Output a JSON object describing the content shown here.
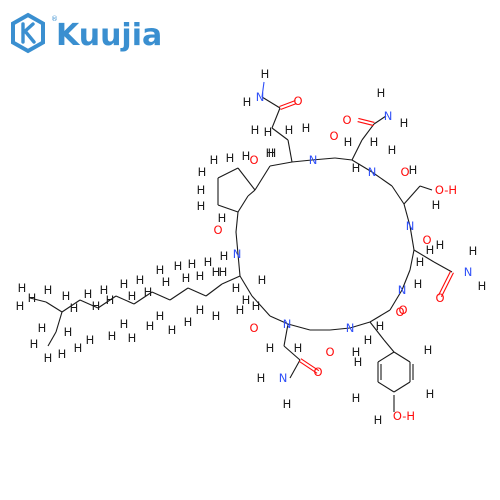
{
  "brand": {
    "name": "Kuujia",
    "registered": "®",
    "color": "#3a8fd0"
  },
  "element_colors": {
    "H": "#1a1a1a",
    "N": "#3050F8",
    "O": "#FF0D0D"
  },
  "atom_labels": {
    "H": "H",
    "N": "N",
    "O": "O"
  },
  "group_labels": {
    "hydroxyl": "O-H",
    "carbonyl": "O",
    "amide_nh": "N",
    "amine_h": "H"
  }
}
